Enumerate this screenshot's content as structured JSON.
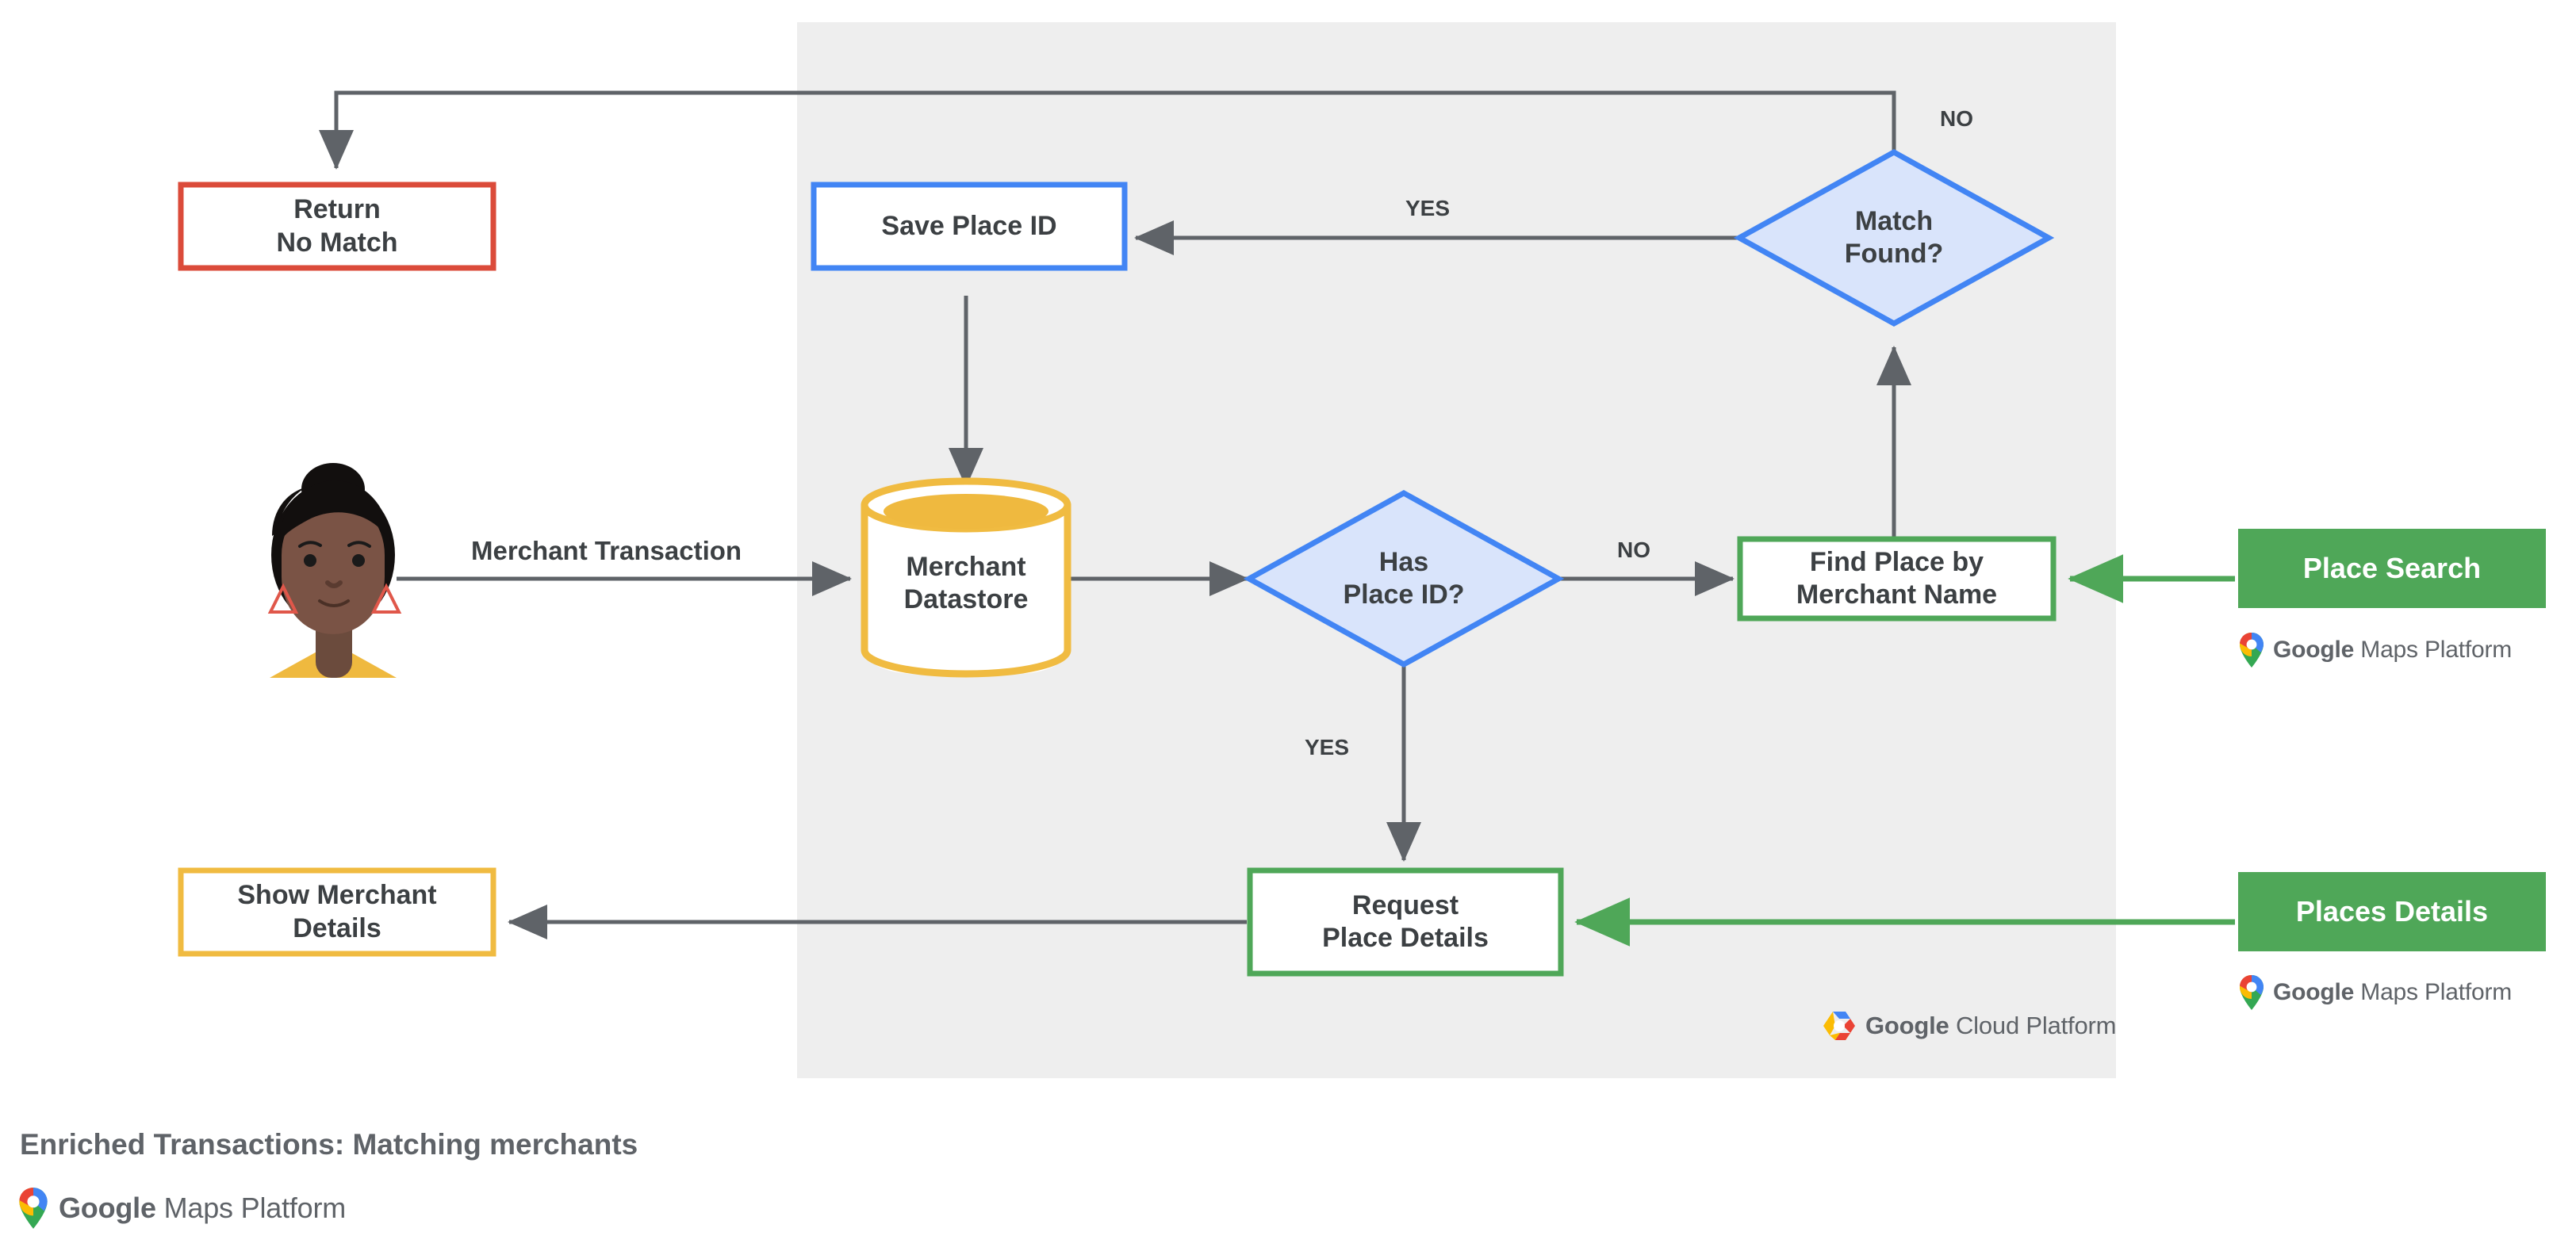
{
  "diagram": {
    "caption": "Enriched Transactions: Matching merchants",
    "panel": {
      "label": "google-cloud-platform-region",
      "fill": "#EEEEEE"
    },
    "colors": {
      "blue": "#4285F4",
      "blue_fill": "#D9E4FB",
      "green": "#4FA758",
      "yellow": "#F0BB41",
      "yellow_fill": "#E8B githubB",
      "red": "#DB4B3A",
      "arrow": "#5F6368",
      "text": "#3C4043",
      "panel_bg": "#EEEEEE"
    },
    "nodes": [
      {
        "id": "return-no-match",
        "label_line1": "Return",
        "label_line2": "No Match",
        "shape": "rect",
        "accent": "#DB4B3A"
      },
      {
        "id": "save-place-id",
        "label_line1": "Save Place ID",
        "label_line2": "",
        "shape": "rect",
        "accent": "#4285F4"
      },
      {
        "id": "match-found",
        "label_line1": "Match",
        "label_line2": "Found?",
        "shape": "diamond",
        "accent": "#4285F4"
      },
      {
        "id": "merchant-datastore",
        "label_line1": "Merchant",
        "label_line2": "Datastore",
        "shape": "cylinder",
        "accent": "#F0BB41"
      },
      {
        "id": "has-place-id",
        "label_line1": "Has",
        "label_line2": "Place ID?",
        "shape": "diamond",
        "accent": "#4285F4"
      },
      {
        "id": "find-place-by-merchant-name",
        "label_line1": "Find Place by",
        "label_line2": "Merchant Name",
        "shape": "rect",
        "accent": "#4FA758"
      },
      {
        "id": "request-place-details",
        "label_line1": "Request",
        "label_line2": "Place Details",
        "shape": "rect",
        "accent": "#4FA758"
      },
      {
        "id": "show-merchant-details",
        "label_line1": "Show Merchant",
        "label_line2": "Details",
        "shape": "rect",
        "accent": "#F0BB41"
      },
      {
        "id": "place-search",
        "label_line1": "Place Search",
        "label_line2": "",
        "shape": "filled-rect",
        "accent": "#4FA758"
      },
      {
        "id": "places-details",
        "label_line1": "Places Details",
        "label_line2": "",
        "shape": "filled-rect",
        "accent": "#4FA758"
      }
    ],
    "edge_labels": {
      "merchant_transaction": "Merchant Transaction",
      "no_match_found": "NO",
      "yes_match_found": "YES",
      "no_has_place_id": "NO",
      "yes_has_place_id": "YES"
    },
    "logos": {
      "maps_google": "Google",
      "maps_rest": "Maps Platform",
      "cloud_google": "Google",
      "cloud_rest": "Cloud Platform"
    },
    "actor": {
      "name": "merchant-customer-avatar"
    }
  }
}
